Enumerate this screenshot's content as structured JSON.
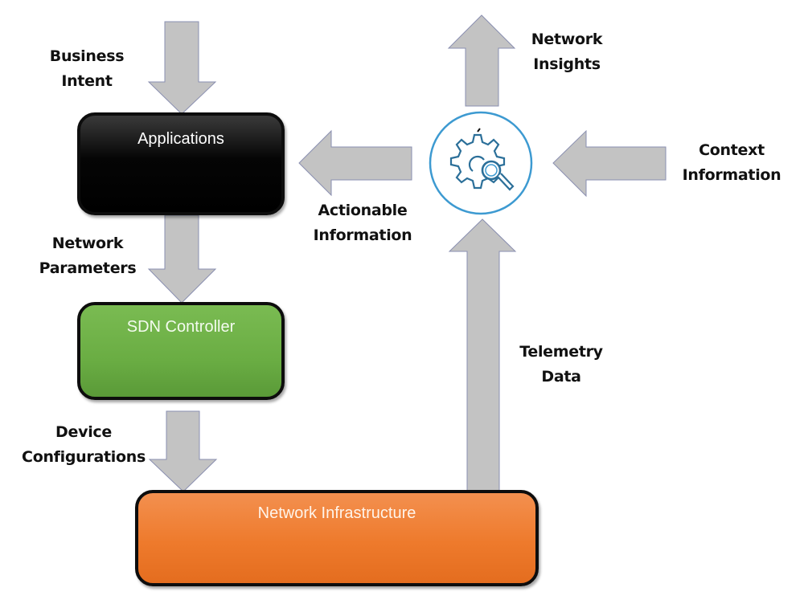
{
  "diagram": {
    "title": "Intent-based networking analytics loop",
    "nodes": {
      "applications": {
        "label": "Applications",
        "fill": "#000000"
      },
      "sdn_controller": {
        "label": "SDN Controller",
        "fill": "#6aad43"
      },
      "network_infrastructure": {
        "label": "Network Infrastructure",
        "fill": "#ee7a2c"
      },
      "analytics_engine": {
        "icon": "gear-magnifier-icon",
        "stroke": "#3d9ad1"
      }
    },
    "edges": [
      {
        "from": "external",
        "to": "applications",
        "label": [
          "Business",
          "Intent"
        ]
      },
      {
        "from": "applications",
        "to": "sdn_controller",
        "label": [
          "Network",
          "Parameters"
        ]
      },
      {
        "from": "sdn_controller",
        "to": "network_infrastructure",
        "label": [
          "Device",
          "Configurations"
        ]
      },
      {
        "from": "network_infrastructure",
        "to": "analytics_engine",
        "label": [
          "Telemetry",
          "Data"
        ]
      },
      {
        "from": "analytics_engine",
        "to": "applications",
        "label": [
          "Actionable",
          "Information"
        ]
      },
      {
        "from": "analytics_engine",
        "to": "external",
        "label": [
          "Network",
          "Insights"
        ]
      },
      {
        "from": "external",
        "to": "analytics_engine",
        "label": [
          "Context",
          "Information"
        ]
      }
    ],
    "arrow_fill": "#c3c3c3",
    "arrow_stroke": "#8a8fb0"
  }
}
